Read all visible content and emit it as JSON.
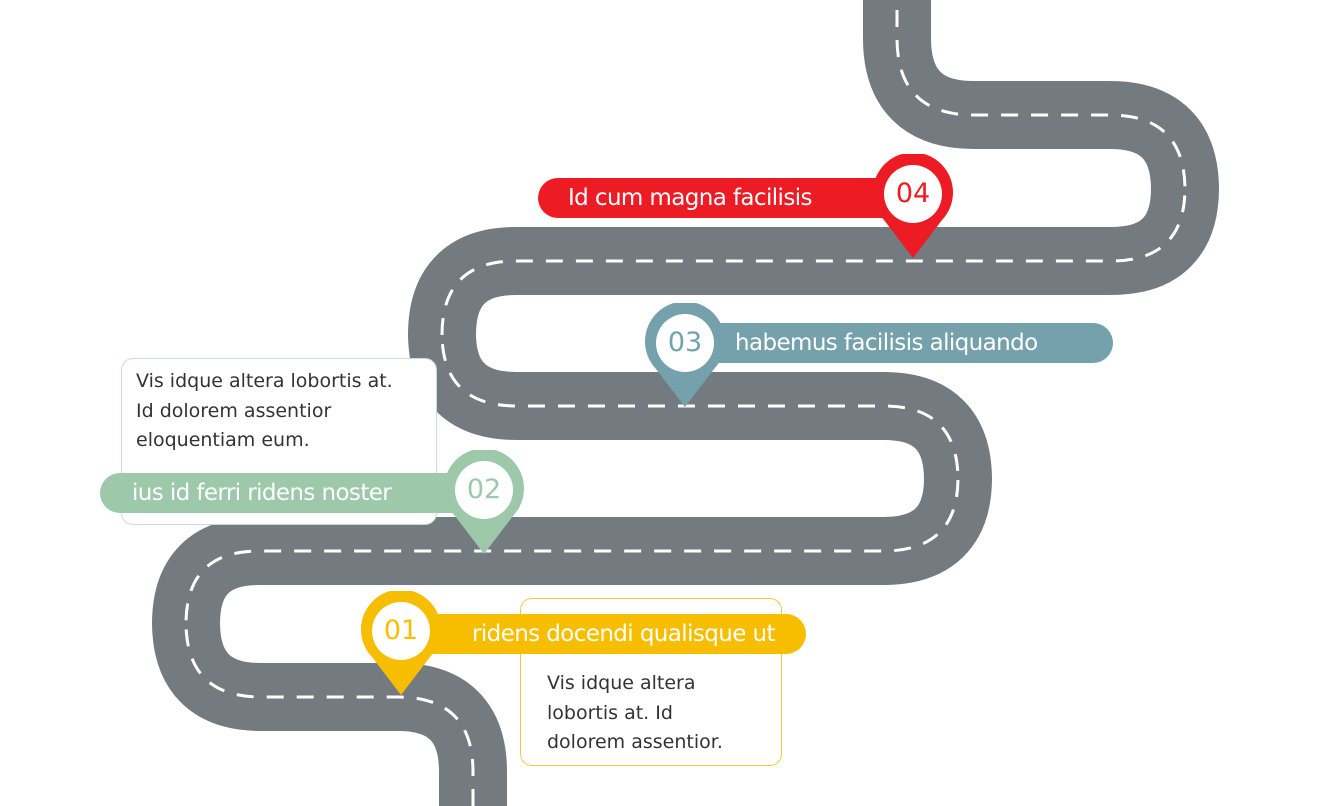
{
  "colors": {
    "road": "#737a80",
    "road_dash": "#ffffff",
    "step_01": "#f7be00",
    "step_02": "#9dc9aa",
    "step_03": "#74a1ab",
    "step_04": "#ed1c24"
  },
  "steps": [
    {
      "number": "01",
      "title": "ridens docendi qualisque ut",
      "description": [
        "Vis idque altera",
        "lobortis at. Id",
        "dolorem assentior."
      ]
    },
    {
      "number": "02",
      "title": "ius id ferri ridens noster",
      "description": [
        "Vis idque altera lobortis at.",
        "Id dolorem assentior",
        "eloquentiam eum."
      ]
    },
    {
      "number": "03",
      "title": "habemus facilisis aliquando"
    },
    {
      "number": "04",
      "title": "Id cum magna facilisis"
    }
  ]
}
